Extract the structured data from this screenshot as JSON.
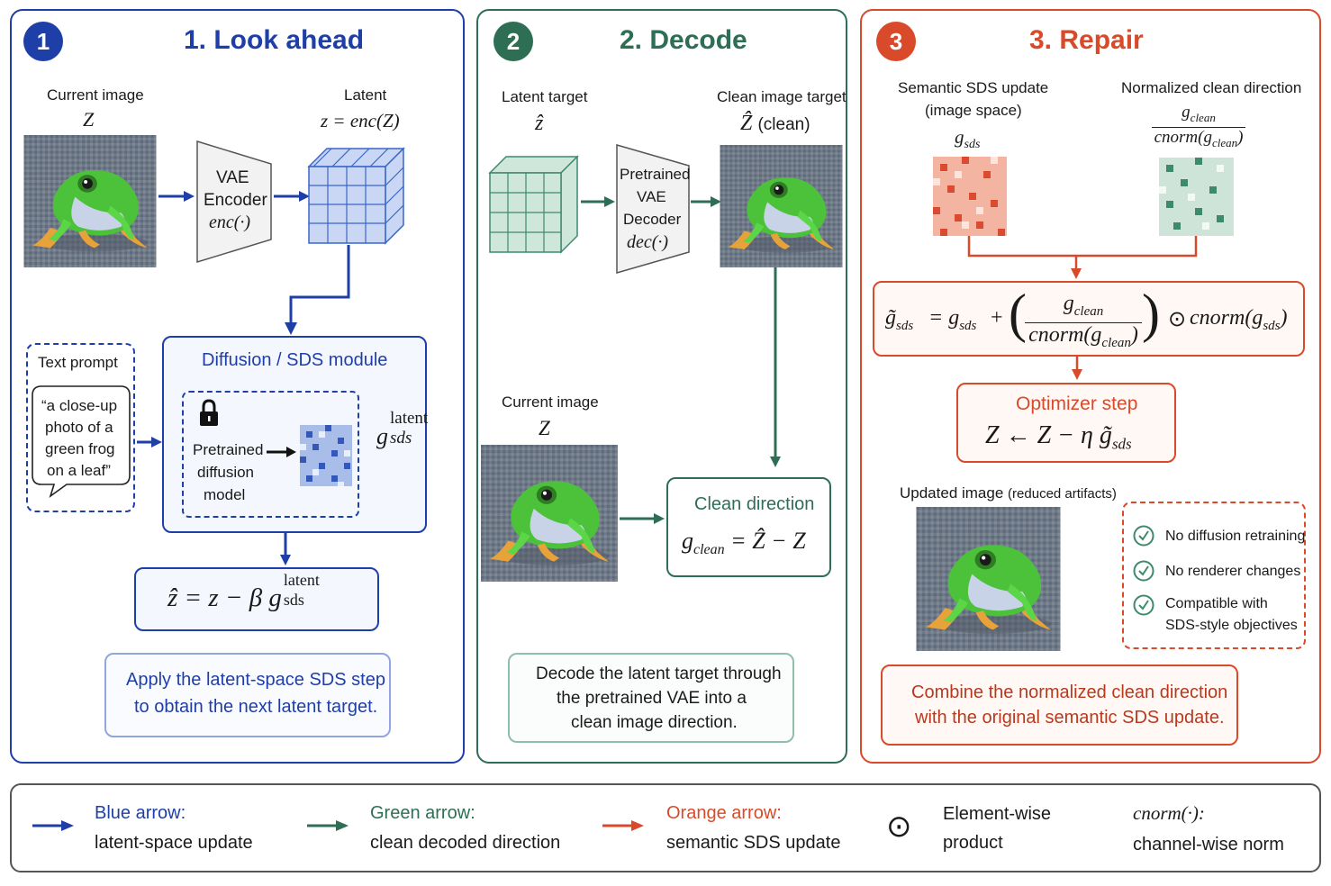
{
  "colors": {
    "blue": "#1f3fa8",
    "green": "#2e6e55",
    "orange": "#d84a2a",
    "blue_fill": "#f4f7fd"
  },
  "panel1": {
    "badge": "1",
    "title": "1. Look ahead",
    "current_image_label": "Current image",
    "current_image_var": "Z",
    "latent_label": "Latent",
    "latent_eq": "z = enc(Z)",
    "vae_encoder": [
      "VAE",
      "Encoder",
      "enc(·)"
    ],
    "text_prompt_label": "Text prompt",
    "prompt_text": [
      "“a close-up",
      "photo of a",
      "green frog",
      "on a leaf”"
    ],
    "diffusion_title": "Diffusion / SDS module",
    "pretrained": [
      "Pretrained",
      "diffusion",
      "model"
    ],
    "g_symbol": "g",
    "g_sub": "sds",
    "g_sup": "latent",
    "update_eq_left": "ẑ = z − β g",
    "update_sub": "sds",
    "update_sup": "latent",
    "caption": [
      "Apply the latent-space SDS step",
      "to obtain the next latent target."
    ]
  },
  "panel2": {
    "badge": "2",
    "title": "2. Decode",
    "latent_target_label": "Latent target",
    "latent_target_var": "ẑ",
    "clean_target_label": "Clean image target",
    "clean_target_var": "Ẑ",
    "clean_target_suffix": "(clean)",
    "decoder": [
      "Pretrained",
      "VAE",
      "Decoder",
      "dec(·)"
    ],
    "current_image_label": "Current image",
    "current_image_var": "Z",
    "clean_direction_title": "Clean direction",
    "clean_eq_g": "g",
    "clean_eq_sub": "clean",
    "clean_eq_rest": "= Ẑ − Z",
    "caption": [
      "Decode the latent target through",
      "the pretrained VAE into a",
      "clean image direction."
    ]
  },
  "panel3": {
    "badge": "3",
    "title": "3. Repair",
    "semantic_label": [
      "Semantic SDS update",
      "(image space)"
    ],
    "g_sds": "g",
    "g_sds_sub": "sds",
    "normalized_label": "Normalized clean direction",
    "norm_num": "g",
    "norm_num_sub": "clean",
    "norm_den": "cnorm(g",
    "norm_den_sub": "clean",
    "formula_lhs": "g̃",
    "formula_lhs_sub": "sds",
    "formula_mid": "= g",
    "formula_mid_sub": "sds",
    "formula_plus": "+",
    "formula_num": "g",
    "formula_num_sub": "clean",
    "formula_den": "cnorm(g",
    "formula_den_sub": "clean",
    "formula_odot": "⊙",
    "formula_tail": "cnorm(g",
    "formula_tail_sub": "sds",
    "optimizer_title": "Optimizer step",
    "optimizer_eq": "Z ← Z − η g̃",
    "optimizer_sub": "sds",
    "updated_label": "Updated image",
    "updated_note": "(reduced artifacts)",
    "checklist": [
      "No diffusion retraining",
      "No renderer changes",
      "Compatible with",
      "SDS-style objectives"
    ],
    "caption": [
      "Combine the normalized clean direction",
      "with the original semantic SDS update."
    ]
  },
  "legend": {
    "blue_title": "Blue arrow:",
    "blue_desc": "latent-space update",
    "green_title": "Green arrow:",
    "green_desc": "clean decoded direction",
    "orange_title": "Orange arrow:",
    "orange_desc": "semantic SDS update",
    "odot_symbol": "⊙",
    "odot_title": "Element-wise",
    "odot_desc": "product",
    "cnorm_title": "cnorm(·):",
    "cnorm_desc": "channel-wise norm"
  }
}
